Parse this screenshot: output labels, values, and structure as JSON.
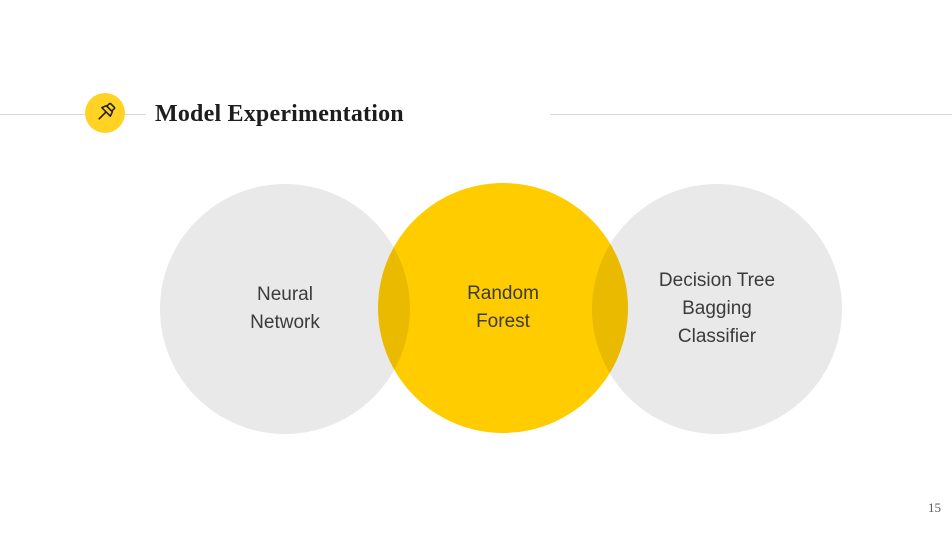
{
  "slide": {
    "title": "Model Experimentation",
    "page_number": "15",
    "header_icon": "pushpin-icon",
    "colors": {
      "accent_yellow": "#ffcc00",
      "badge_yellow": "#ffd224",
      "circle_gray": "#e9e9e9",
      "overlap_gold": "#e5b30e",
      "line_gray": "#d9d9d9",
      "title_color": "#1d1d1d",
      "label_color": "#3b3b3b"
    },
    "diagram": {
      "type": "venn-overlap",
      "items": [
        {
          "label": "Neural\nNetwork",
          "highlighted": false
        },
        {
          "label": "Random\nForest",
          "highlighted": true
        },
        {
          "label": "Decision Tree\nBagging\nClassifier",
          "highlighted": false
        }
      ]
    }
  }
}
